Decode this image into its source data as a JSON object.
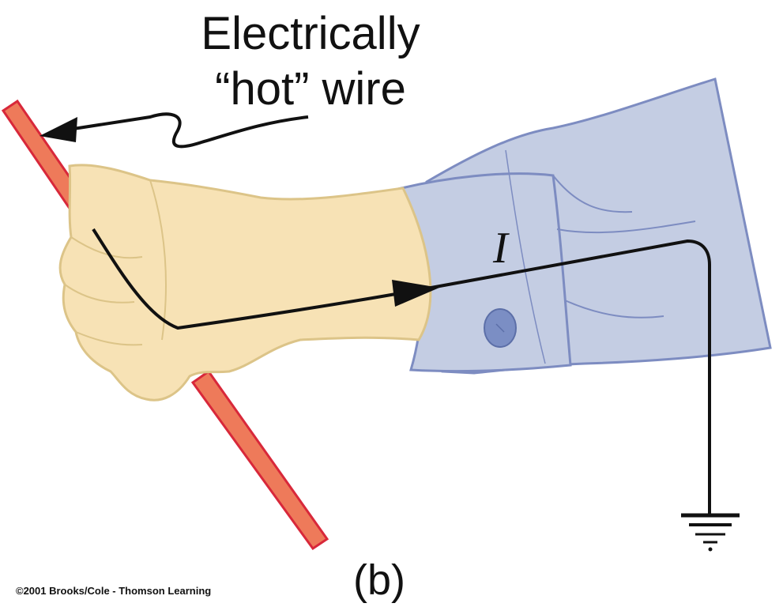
{
  "label": {
    "line1": "Electrically",
    "line2": "“hot” wire"
  },
  "current_label": "I",
  "panel_label": "(b)",
  "copyright": "©2001 Brooks/Cole - Thomson Learning",
  "colors": {
    "hot_wire_fill": "#ee7a5a",
    "hot_wire_outline": "#d8283a",
    "skin": "#f7e2b5",
    "skin_outline": "#dcc488",
    "sleeve": "#c4cde3",
    "sleeve_outline": "#7d8cc1",
    "button": "#7b8ec4",
    "current_path": "#111111"
  },
  "icons": [
    "ground-symbol-icon",
    "arrowhead-icon"
  ]
}
